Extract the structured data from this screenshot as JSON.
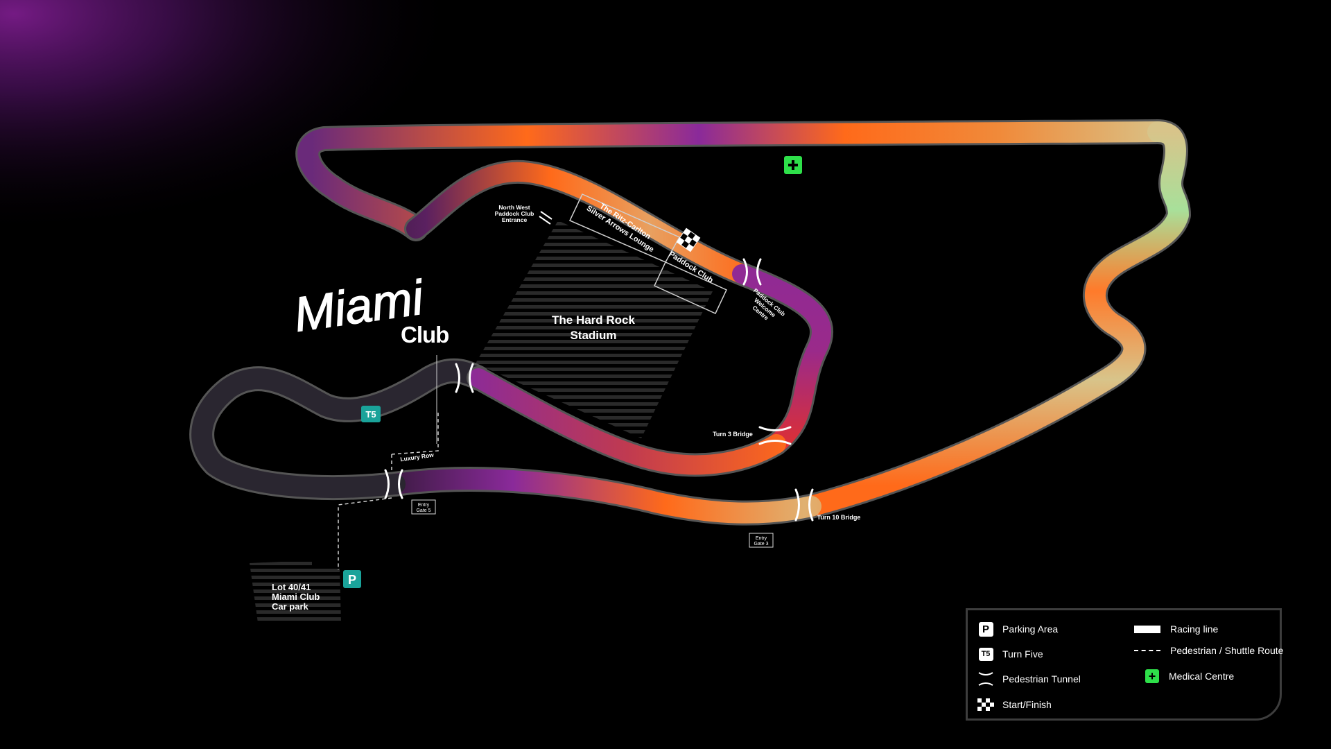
{
  "brand": {
    "script": "Miami",
    "word": "Club"
  },
  "stadium": {
    "line1": "The Hard Rock",
    "line2": "Stadium"
  },
  "labels": {
    "nw_entrance": [
      "North West",
      "Paddock Club",
      "Entrance"
    ],
    "ritz": [
      "The Ritz-Carlton",
      "Silver Arrows Lounge"
    ],
    "paddock_club": "Paddock Club",
    "welcome_centre": [
      "Paddock Club",
      "Welcome",
      "Centre"
    ],
    "turn3": "Turn 3 Bridge",
    "turn10": "Turn 10 Bridge",
    "luxury_row": "Luxury Row",
    "gate_a": [
      "Entry",
      "Gate 5"
    ],
    "gate_b": [
      "Entry",
      "Gate 3"
    ],
    "carpark": [
      "Lot 40/41",
      "Miami Club",
      "Car park"
    ],
    "t5_badge": "T5",
    "parking_badge": "P"
  },
  "legend": {
    "items": [
      {
        "icon": "parking-icon",
        "glyph": "P",
        "label": "Parking Area"
      },
      {
        "icon": "turn-five-icon",
        "glyph": "T5",
        "label": "Turn Five"
      },
      {
        "icon": "pedestrian-tunnel-icon",
        "label": "Pedestrian Tunnel"
      },
      {
        "icon": "start-finish-icon",
        "label": "Start/Finish"
      },
      {
        "icon": "racing-line-icon",
        "label": "Racing line"
      },
      {
        "icon": "pedestrian-shuttle-icon",
        "label": "Pedestrian / Shuttle Route"
      },
      {
        "icon": "medical-centre-icon",
        "glyph": "+",
        "label": "Medical Centre"
      }
    ]
  },
  "colors": {
    "purple": "#8a2a9a",
    "orange": "#ff6a1a",
    "yellow": "#e3b86a",
    "green": "#a8e09a",
    "teal_badge": "#1aa39a",
    "medical_green": "#2ee04a"
  }
}
